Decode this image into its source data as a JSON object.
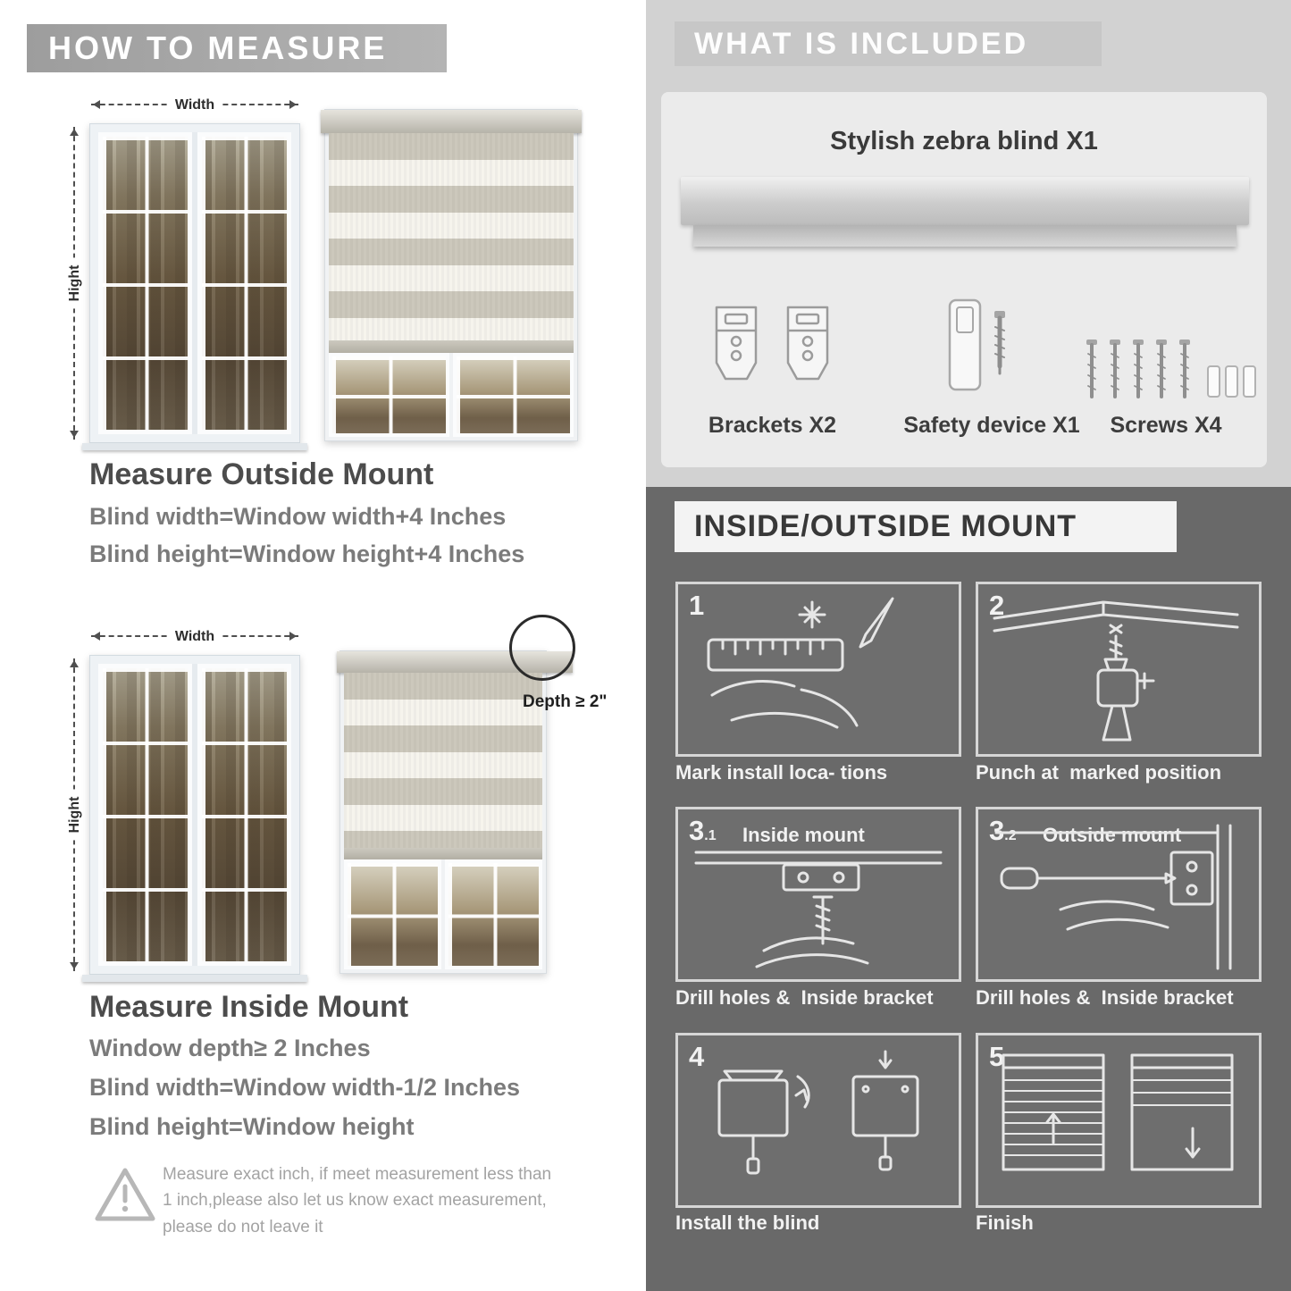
{
  "left": {
    "header": "HOW TO MEASURE",
    "labels": {
      "width": "Width",
      "height": "Hight",
      "depth": "Depth ≥ 2\""
    },
    "outside": {
      "title": "Measure Outside Mount",
      "line1": "Blind width=Window width+4 Inches",
      "line2": "Blind height=Window height+4 Inches"
    },
    "inside": {
      "title": "Measure Inside Mount",
      "line1": "Window depth≥ 2 Inches",
      "line2": "Blind width=Window width-1/2 Inches",
      "line3": "Blind height=Window height"
    },
    "warning": "Measure exact inch, if meet measurement less than 1 inch,please also let us know exact measurement, please do not leave it"
  },
  "right": {
    "included": {
      "header": "WHAT IS INCLUDED",
      "product": "Stylish zebra blind X1",
      "items": [
        {
          "label": "Brackets X2"
        },
        {
          "label": "Safety device X1"
        },
        {
          "label": "Screws X4"
        }
      ]
    },
    "mount": {
      "header": "INSIDE/OUTSIDE MOUNT",
      "steps": [
        {
          "num": "1",
          "sub": "",
          "title": "",
          "caption": "Mark install loca- tions"
        },
        {
          "num": "2",
          "sub": "",
          "title": "",
          "caption": "Punch at  marked position"
        },
        {
          "num": "3",
          "sub": ".1",
          "title": "Inside mount",
          "caption": "Drill holes &  Inside bracket"
        },
        {
          "num": "3",
          "sub": ".2",
          "title": "Outside mount",
          "caption": "Drill holes &  Inside bracket"
        },
        {
          "num": "4",
          "sub": "",
          "title": "",
          "caption": "Install the blind"
        },
        {
          "num": "5",
          "sub": "",
          "title": "",
          "caption": "Finish"
        }
      ]
    }
  }
}
